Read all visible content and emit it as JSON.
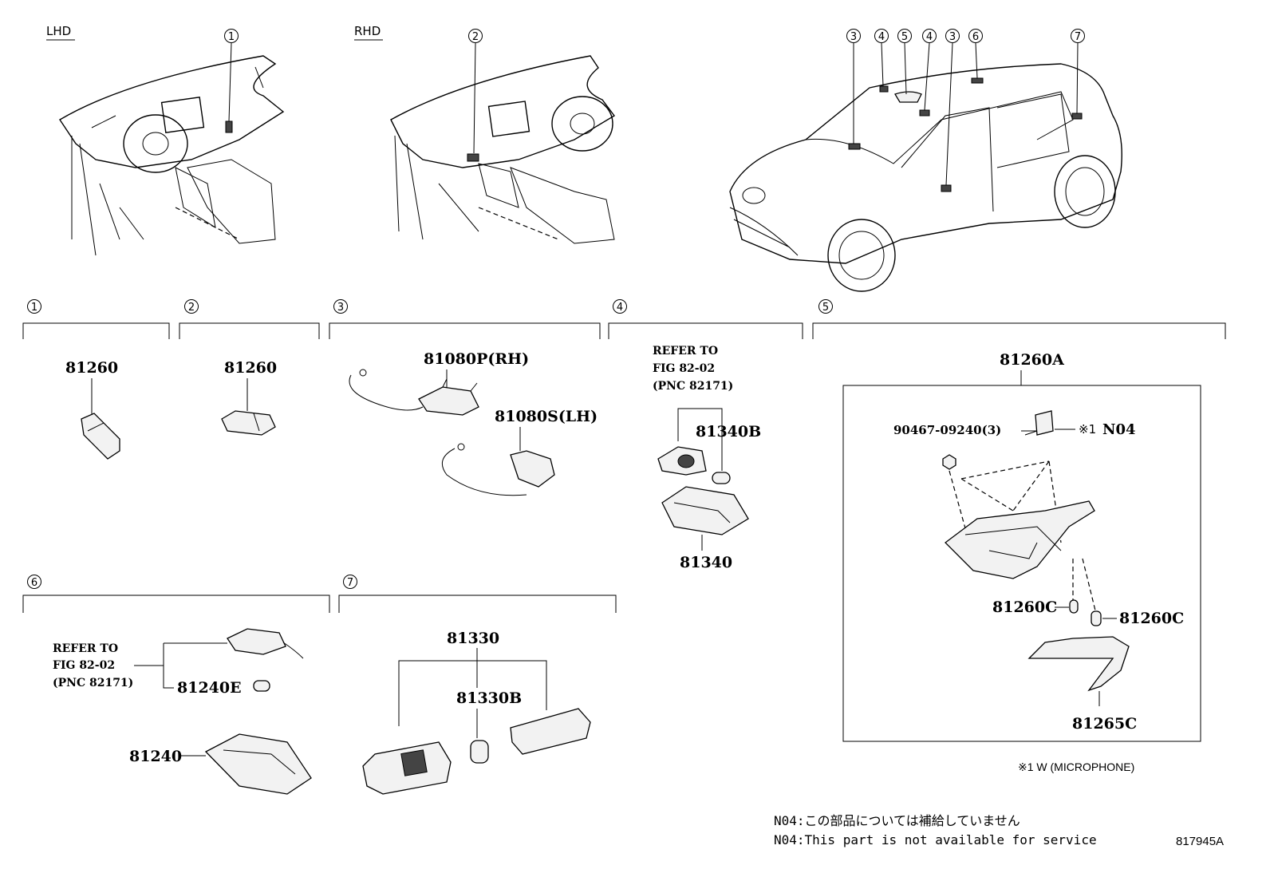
{
  "views": {
    "lhd_label": "LHD",
    "rhd_label": "RHD"
  },
  "circle_numbers": [
    "1",
    "2",
    "3",
    "4",
    "5",
    "6",
    "7"
  ],
  "sections": {
    "s1": {
      "num": "1",
      "part": "81260"
    },
    "s2": {
      "num": "2",
      "part": "81260"
    },
    "s3": {
      "num": "3",
      "part_rh": "81080P(RH)",
      "part_lh": "81080S(LH)"
    },
    "s4": {
      "num": "4",
      "refer_line1": "REFER TO",
      "refer_line2": "FIG 82-02",
      "refer_line3": "(PNC 82171)",
      "part_b": "81340B",
      "part": "81340"
    },
    "s5": {
      "num": "5",
      "assembly": "81260A",
      "screw": "90467-09240(3)",
      "note_mark": "※1",
      "n04": "N04",
      "bulb_left": "81260C",
      "bulb_right": "81260C",
      "lens": "81265C"
    },
    "s6": {
      "num": "6",
      "refer_line1": "REFER TO",
      "refer_line2": "FIG 82-02",
      "refer_line3": "(PNC 82171)",
      "part_e": "81240E",
      "part": "81240"
    },
    "s7": {
      "num": "7",
      "part": "81330",
      "part_b": "81330B"
    }
  },
  "footnotes": {
    "microphone": "※1 W (MICROPHONE)",
    "n04_jp": "N04:この部品については補給していません",
    "n04_en": "N04:This part is not available for service",
    "figure_id": "817945A"
  }
}
